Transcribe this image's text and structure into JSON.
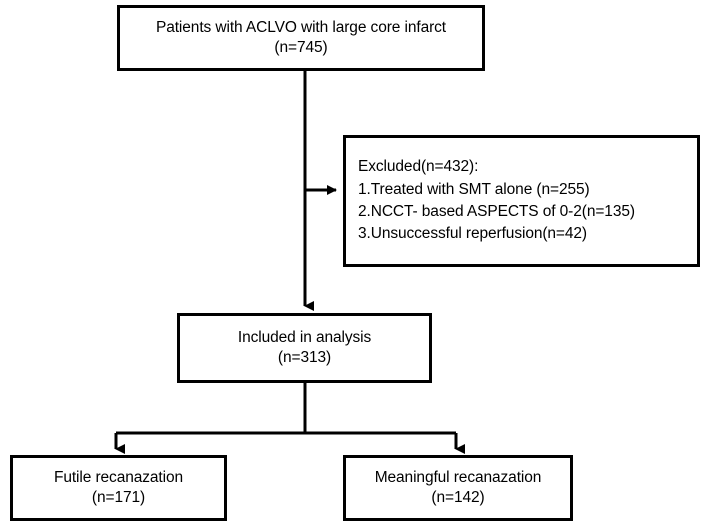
{
  "figure": {
    "type": "flowchart",
    "title": "Patient selection flow diagram",
    "stroke_color": "#000000",
    "background_color": "#ffffff"
  },
  "nodes": {
    "source": {
      "label": "Patients with ACLVO with large core infarct",
      "count_label": "(n=745)",
      "n": 745
    },
    "excluded": {
      "header": "Excluded(n=432):",
      "reason_1": "1.Treated with SMT alone (n=255)",
      "reason_2": "2.NCCT- based ASPECTS of 0-2(n=135)",
      "reason_3": "3.Unsuccessful reperfusion(n=42)",
      "n": 432
    },
    "included": {
      "label": "Included in analysis",
      "count_label": "(n=313)",
      "n": 313
    },
    "futile": {
      "label": "Futile recanazation",
      "count_label": "(n=171)",
      "n": 171
    },
    "meaningful": {
      "label": "Meaningful recanazation",
      "count_label": "(n=142)",
      "n": 142
    }
  },
  "edges": [
    {
      "from": "source",
      "to": "excluded",
      "style": "elbow-right-arrow"
    },
    {
      "from": "source",
      "to": "included",
      "style": "straight-down-arrow"
    },
    {
      "from": "included",
      "to": "futile",
      "style": "split-down-arrow"
    },
    {
      "from": "included",
      "to": "meaningful",
      "style": "split-down-arrow"
    }
  ]
}
